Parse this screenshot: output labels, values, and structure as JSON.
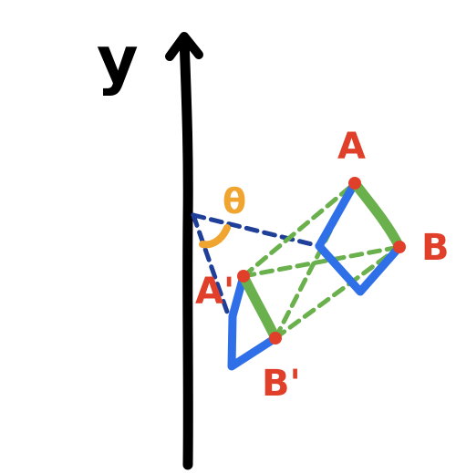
{
  "diagram": {
    "axis_label": "y",
    "angle_label": "θ",
    "point_labels": {
      "A": "A",
      "B": "B",
      "A_prime": "A'",
      "B_prime": "B'"
    },
    "colors": {
      "axis": "#000000",
      "shape": "#2f6fe8",
      "segment": "#6ab04c",
      "guide_green": "#6ab04c",
      "guide_blue": "#1f3f99",
      "angle": "#f0a531",
      "points": "#e0402a",
      "labels": "#e0402a"
    }
  }
}
